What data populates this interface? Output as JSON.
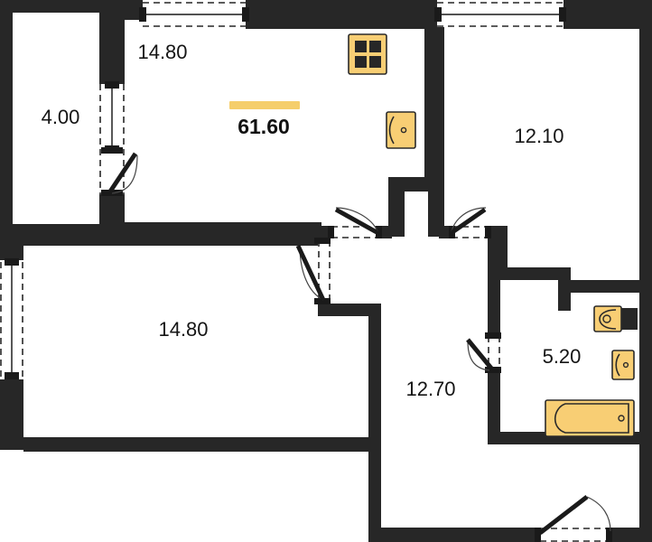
{
  "plan": {
    "type": "apartment-floor-plan",
    "total_area": {
      "value": "61.60",
      "accent_color": "#F5CE6B"
    },
    "colors": {
      "wall": "#272727",
      "floor": "#ffffff",
      "fixture": "#F8CE74",
      "accent": "#F5CE6B",
      "text": "#151515"
    },
    "rooms": [
      {
        "id": "balcony",
        "label": "4.00",
        "name": "balcony"
      },
      {
        "id": "kitchen-living",
        "label": "14.80",
        "name": "kitchen-living-room"
      },
      {
        "id": "bedroom-right",
        "label": "12.10",
        "name": "bedroom"
      },
      {
        "id": "bedroom-left",
        "label": "14.80",
        "name": "bedroom"
      },
      {
        "id": "hall",
        "label": "12.70",
        "name": "hall-corridor"
      },
      {
        "id": "bathroom",
        "label": "5.20",
        "name": "bathroom"
      }
    ],
    "fixtures": [
      {
        "id": "stove",
        "name": "stove-icon",
        "room": "kitchen-living"
      },
      {
        "id": "sink-kitchen",
        "name": "sink-icon",
        "room": "kitchen-living"
      },
      {
        "id": "toilet",
        "name": "toilet-icon",
        "room": "bathroom"
      },
      {
        "id": "sink-bath",
        "name": "sink-icon",
        "room": "bathroom"
      },
      {
        "id": "bathtub",
        "name": "bathtub-icon",
        "room": "bathroom"
      }
    ],
    "doors": [
      {
        "id": "balcony-door",
        "name": "balcony-door"
      },
      {
        "id": "kitchen-door",
        "name": "kitchen-door"
      },
      {
        "id": "bedroom-r-door",
        "name": "bedroom-right-door"
      },
      {
        "id": "bedroom-l-door",
        "name": "bedroom-left-door"
      },
      {
        "id": "bathroom-door",
        "name": "bathroom-door"
      },
      {
        "id": "entry-door",
        "name": "entrance-door"
      }
    ],
    "windows": [
      {
        "id": "win-kitchen-top",
        "name": "window-kitchen"
      },
      {
        "id": "win-bedroom-top",
        "name": "window-bedroom-right"
      },
      {
        "id": "win-balcony",
        "name": "window-balcony"
      },
      {
        "id": "win-bedroom-left",
        "name": "window-bedroom-left"
      }
    ]
  }
}
